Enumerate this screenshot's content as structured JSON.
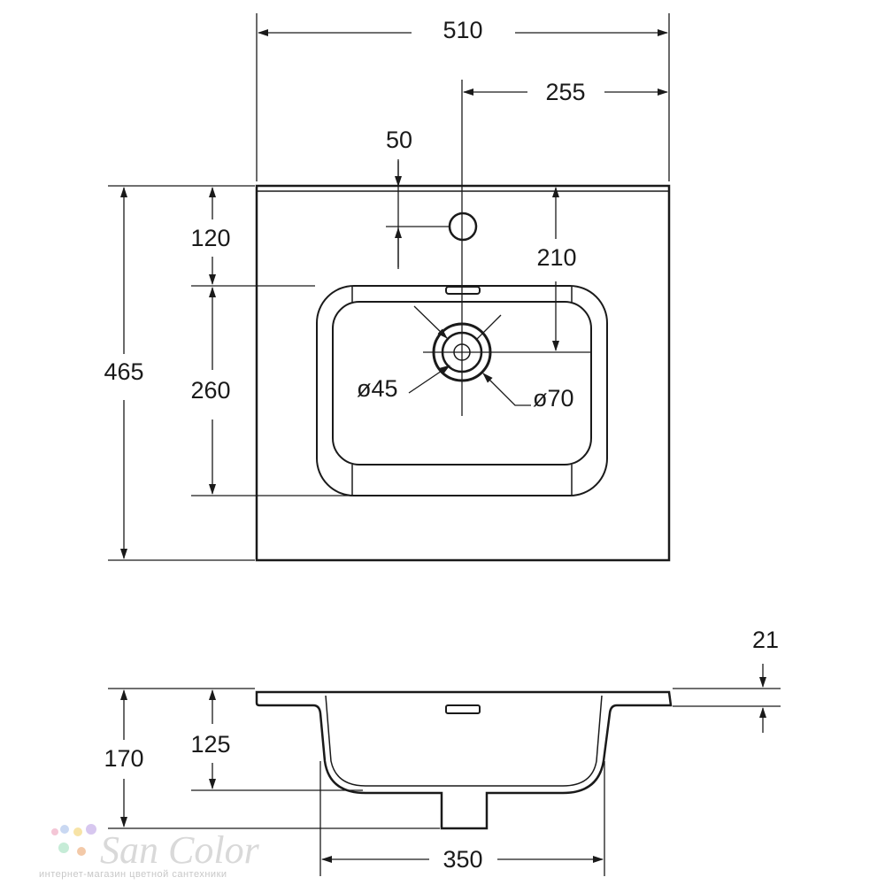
{
  "top_view": {
    "overall_width": "510",
    "center_offset": "255",
    "tap_hole_offset": "50",
    "depth": "465",
    "tap_to_bowl": "120",
    "bowl_length": "260",
    "tap_to_drain": "210",
    "drain_inner_diameter": "ø45",
    "drain_outer_diameter": "ø70"
  },
  "side_view": {
    "rim_thickness": "21",
    "total_height": "170",
    "bowl_depth": "125",
    "bowl_width": "350"
  },
  "watermark": {
    "brand": "San Color",
    "tagline": "интернет-магазин цветной сантехники",
    "dot_colors": [
      "#f4c6d6",
      "#c9d8f2",
      "#f7e3a6",
      "#d7c7ef",
      "#c6ecd7",
      "#f3c9a8"
    ]
  }
}
